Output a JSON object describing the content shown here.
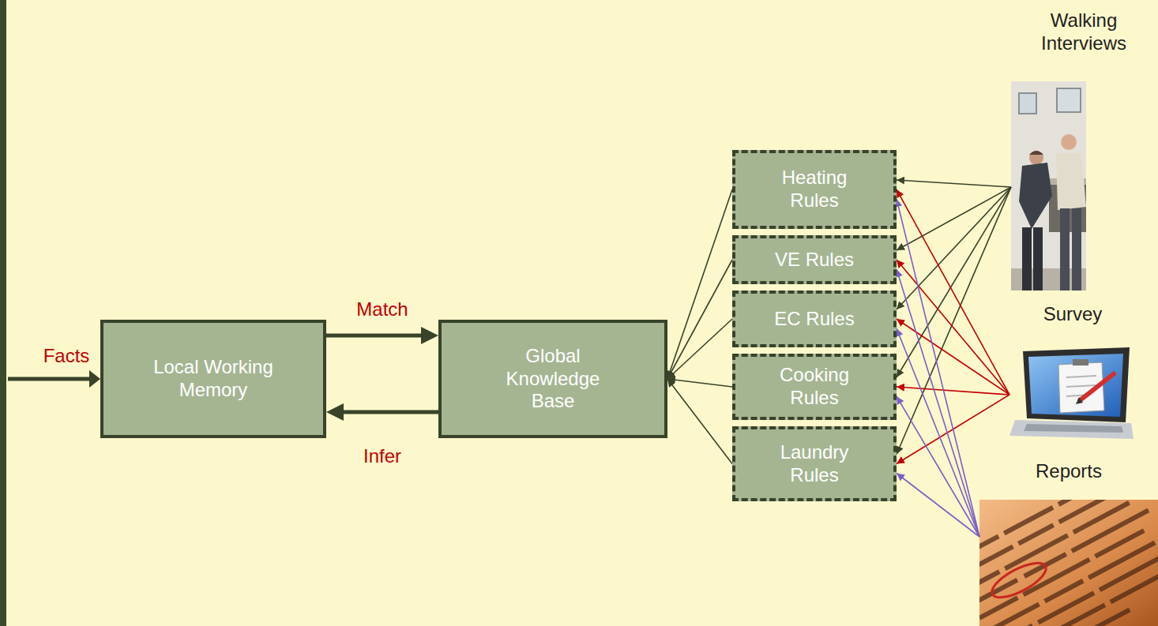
{
  "diagram": {
    "nodes": [
      {
        "text": [
          "Local Working Memory"
        ]
      },
      {
        "text": [
          "Global Knowledge Base"
        ]
      },
      {
        "text": [
          "Heating Rules"
        ]
      },
      {
        "text": [
          "VE Rules"
        ]
      },
      {
        "text": [
          "EC Rules"
        ]
      },
      {
        "text": [
          "Cooking Rules"
        ]
      },
      {
        "text": [
          "Laundry Rules"
        ]
      },
      {
        "text": [
          "Walking Interviews"
        ]
      },
      {
        "text": [
          "Survey"
        ]
      },
      {
        "text": [
          "Reports"
        ]
      }
    ],
    "edges": [
      {
        "from": 0,
        "to": 1,
        "label": "Match",
        "arrow": "to"
      },
      {
        "from": 1,
        "to": 0,
        "label": "Infer",
        "arrow": "to"
      },
      {
        "from": 2,
        "to": 1,
        "arrow": "to"
      },
      {
        "from": 3,
        "to": 1,
        "arrow": "to"
      },
      {
        "from": 4,
        "to": 1,
        "arrow": "to"
      },
      {
        "from": 5,
        "to": 1,
        "arrow": "to"
      },
      {
        "from": 6,
        "to": 1,
        "arrow": "to"
      },
      {
        "from": 7,
        "to": 2,
        "arrow": "to"
      },
      {
        "from": 7,
        "to": 3,
        "arrow": "to"
      },
      {
        "from": 7,
        "to": 4,
        "arrow": "to"
      },
      {
        "from": 7,
        "to": 5,
        "arrow": "to"
      },
      {
        "from": 7,
        "to": 6,
        "arrow": "to"
      },
      {
        "from": 8,
        "to": 2,
        "arrow": "to"
      },
      {
        "from": 8,
        "to": 3,
        "arrow": "to"
      },
      {
        "from": 8,
        "to": 4,
        "arrow": "to"
      },
      {
        "from": 8,
        "to": 5,
        "arrow": "to"
      },
      {
        "from": 8,
        "to": 6,
        "arrow": "to"
      },
      {
        "from": 9,
        "to": 2,
        "arrow": "to"
      },
      {
        "from": 9,
        "to": 3,
        "arrow": "to"
      },
      {
        "from": 9,
        "to": 4,
        "arrow": "to"
      },
      {
        "from": 9,
        "to": 5,
        "arrow": "to"
      },
      {
        "from": 9,
        "to": 6,
        "arrow": "to"
      }
    ],
    "labels": [
      "Facts"
    ]
  }
}
